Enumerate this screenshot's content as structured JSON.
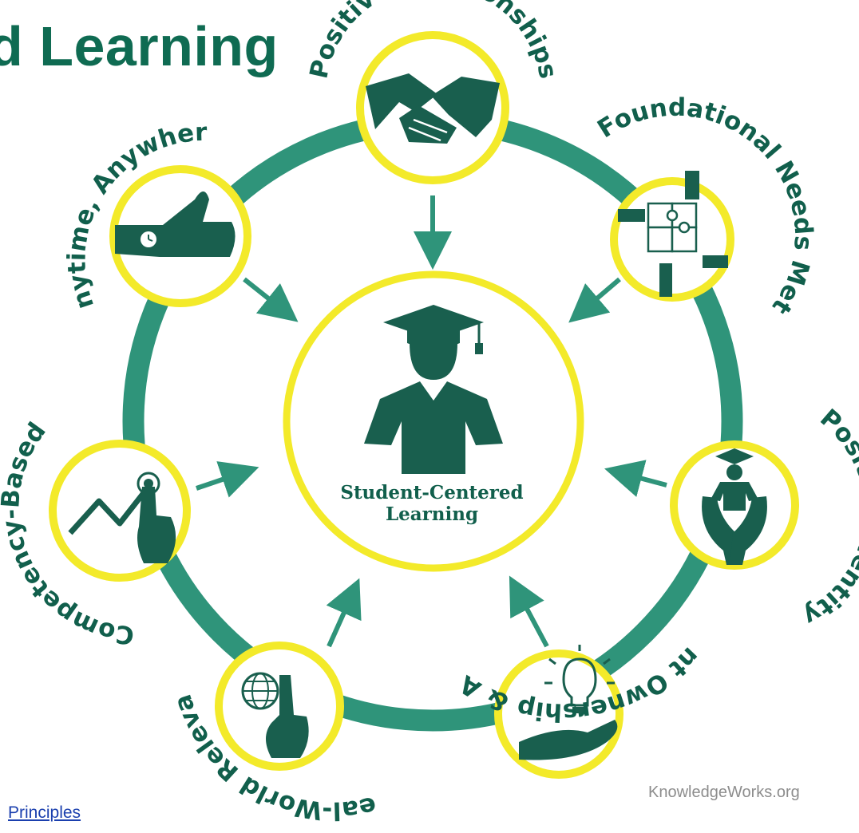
{
  "title": "d Learning",
  "footer_link": " Principles",
  "credit": "KnowledgeWorks.org",
  "colors": {
    "dark_green": "#195f4e",
    "ring_green": "#2f947a",
    "yellow": "#f3ea2a",
    "title_green": "#0f6b52"
  },
  "center": {
    "line1": "Student-Centered",
    "line2": "Learning",
    "icon": "graduate-icon"
  },
  "nodes": [
    {
      "label": "Positive Relationships",
      "icon": "handshake-icon"
    },
    {
      "label": "Foundational Needs Met",
      "icon": "puzzle-hands-icon"
    },
    {
      "label": "Positive Identity",
      "icon": "hands-holding-graduate-icon"
    },
    {
      "label": "Student Ownership & Agency",
      "icon": "lightbulb-hand-icon"
    },
    {
      "label": "Real-World Relevant",
      "icon": "globe-pointer-icon"
    },
    {
      "label": "Competency-Based",
      "icon": "growth-chart-icon"
    },
    {
      "label": "Anytime, Anywhere",
      "icon": "wrist-watch-icon"
    }
  ]
}
